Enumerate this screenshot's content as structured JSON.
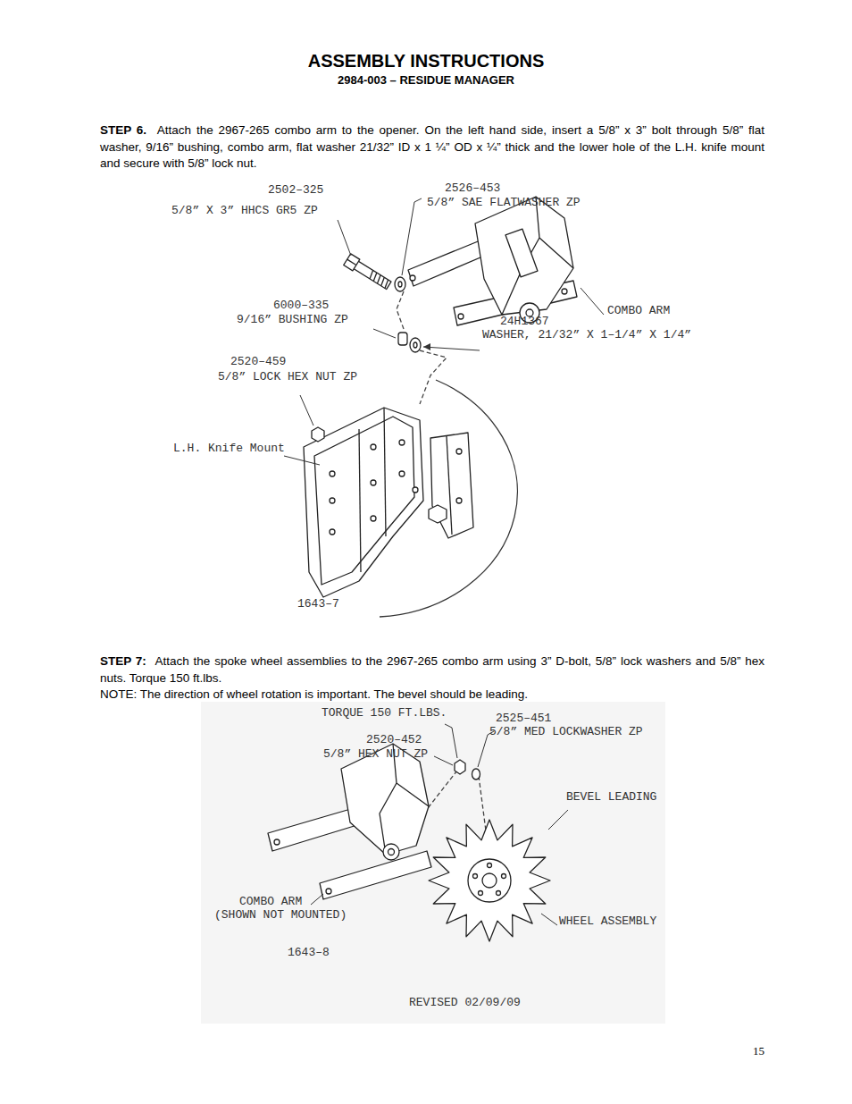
{
  "diagram": {
    "title": "ASSEMBLY INSTRUCTIONS",
    "labels": [
      "2984-003 – RESIDUE MANAGER",
      "STEP 6.",
      "Attach the 2967-265 combo arm to the opener.  On the left hand side, insert a 5/8” x 3” bolt through 5/8” flat washer, 9/16” bushing, combo arm, flat washer 21/32” ID x 1 ¼” OD x ¼” thick and the lower hole of the L.H. knife mount and secure with 5/8” lock nut.",
      "2502–325",
      "5/8” X 3” HHCS GR5 ZP",
      "2526–453",
      "5/8” SAE FLATWASHER ZP",
      "COMBO ARM",
      "6000–335",
      "9/16” BUSHING ZP",
      "24H1367",
      "WASHER, 21/32” X 1–1/4” X 1/4”",
      "2520–459",
      "5/8” LOCK HEX NUT ZP",
      "L.H. Knife Mount",
      "1643–7",
      "STEP 7:",
      "Attach the spoke wheel assemblies to the 2967-265 combo arm using 3” D-bolt, 5/8” lock washers and 5/8” hex nuts.  Torque 150 ft.lbs.",
      "NOTE:  The direction of wheel rotation is important.  The bevel should be leading.",
      "TORQUE 150 FT.LBS.",
      "2525–451",
      "5/8” MED LOCKWASHER ZP",
      "2520–452",
      "5/8” HEX NUT ZP",
      "BEVEL LEADING",
      "COMBO ARM",
      "(SHOWN NOT MOUNTED)",
      "WHEEL ASSEMBLY",
      "1643–8",
      "REVISED 02/09/09",
      "15"
    ]
  }
}
